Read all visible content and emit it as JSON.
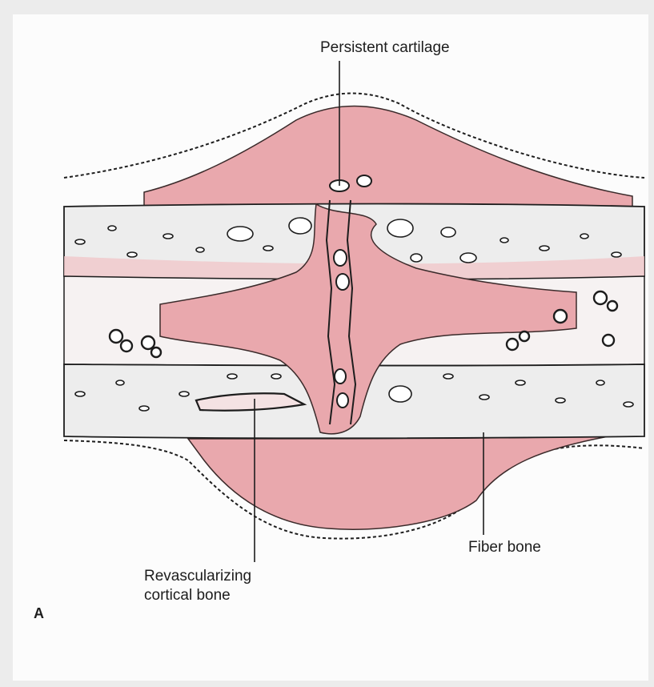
{
  "figure": {
    "panel_letter": "A",
    "labels": {
      "persistent_cartilage": "Persistent cartilage",
      "fiber_bone": "Fiber bone",
      "revascularizing_line1": "Revascularizing",
      "revascularizing_line2": "cortical bone"
    }
  },
  "colors": {
    "background": "#ececec",
    "panel": "#fcfcfc",
    "callus_pink": "#e9a8ad",
    "cortex": "#ededed",
    "ink": "#1d1d1d"
  }
}
